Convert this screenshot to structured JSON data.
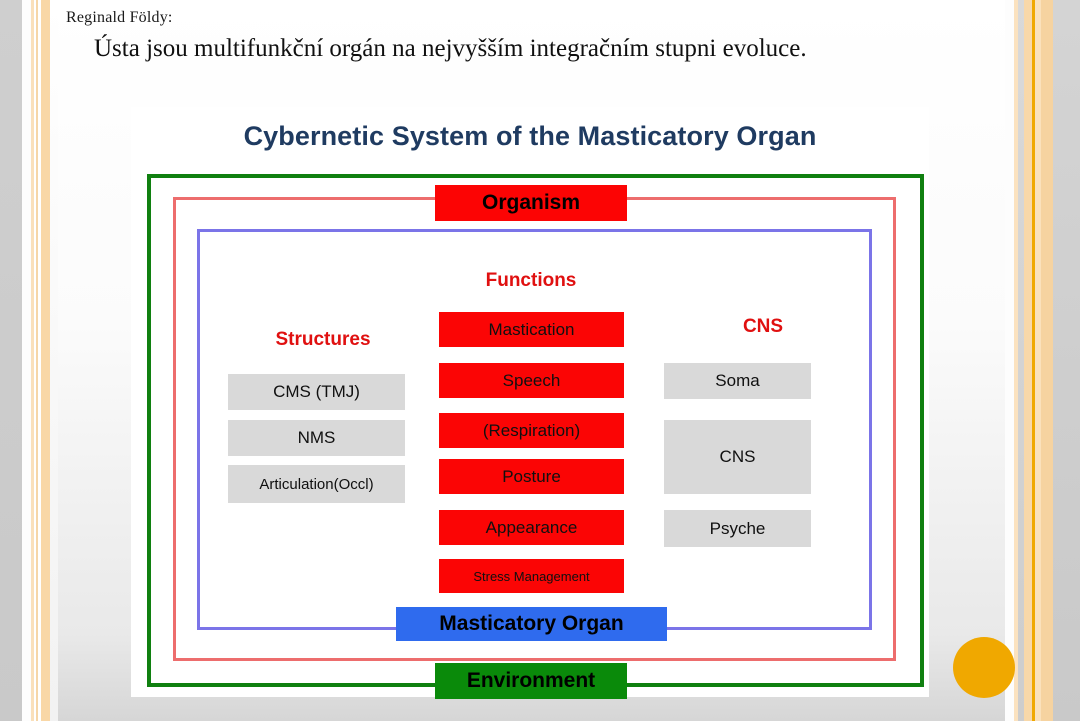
{
  "header": {
    "author": "Reginald Földy:",
    "quote": "Ústa jsou multifunkční orgán na nejvyšším integračním stupni evoluce."
  },
  "diagram": {
    "title": "Cybernetic System of the Masticatory Organ",
    "frames": [
      {
        "name": "environment-frame",
        "color": "#108010"
      },
      {
        "name": "organism-frame",
        "color": "#ed6d6d"
      },
      {
        "name": "masticatory-frame",
        "color": "#7b74e8"
      }
    ],
    "straddle_boxes": {
      "organism": "Organism",
      "masticatory_organ": "Masticatory Organ",
      "environment": "Environment"
    },
    "columns": [
      {
        "key": "structures",
        "heading": "Structures",
        "heading_color": "#e01010",
        "cell_style": "gray",
        "cells": [
          "CMS (TMJ)",
          "NMS",
          "Articulation(Occl)"
        ]
      },
      {
        "key": "functions",
        "heading": "Functions",
        "heading_color": "#e01010",
        "cell_style": "red",
        "cells": [
          "Mastication",
          "Speech",
          "(Respiration)",
          "Posture",
          "Appearance",
          "Stress Management"
        ]
      },
      {
        "key": "cns",
        "heading": "CNS",
        "heading_color": "#e01010",
        "cell_style": "gray",
        "cells": [
          "Soma",
          "CNS",
          "Psyche"
        ]
      }
    ]
  },
  "decor": {
    "accent_orange": "#f0a800",
    "band_orange": "#f6d3a0",
    "title_navy": "#1f3b61"
  }
}
